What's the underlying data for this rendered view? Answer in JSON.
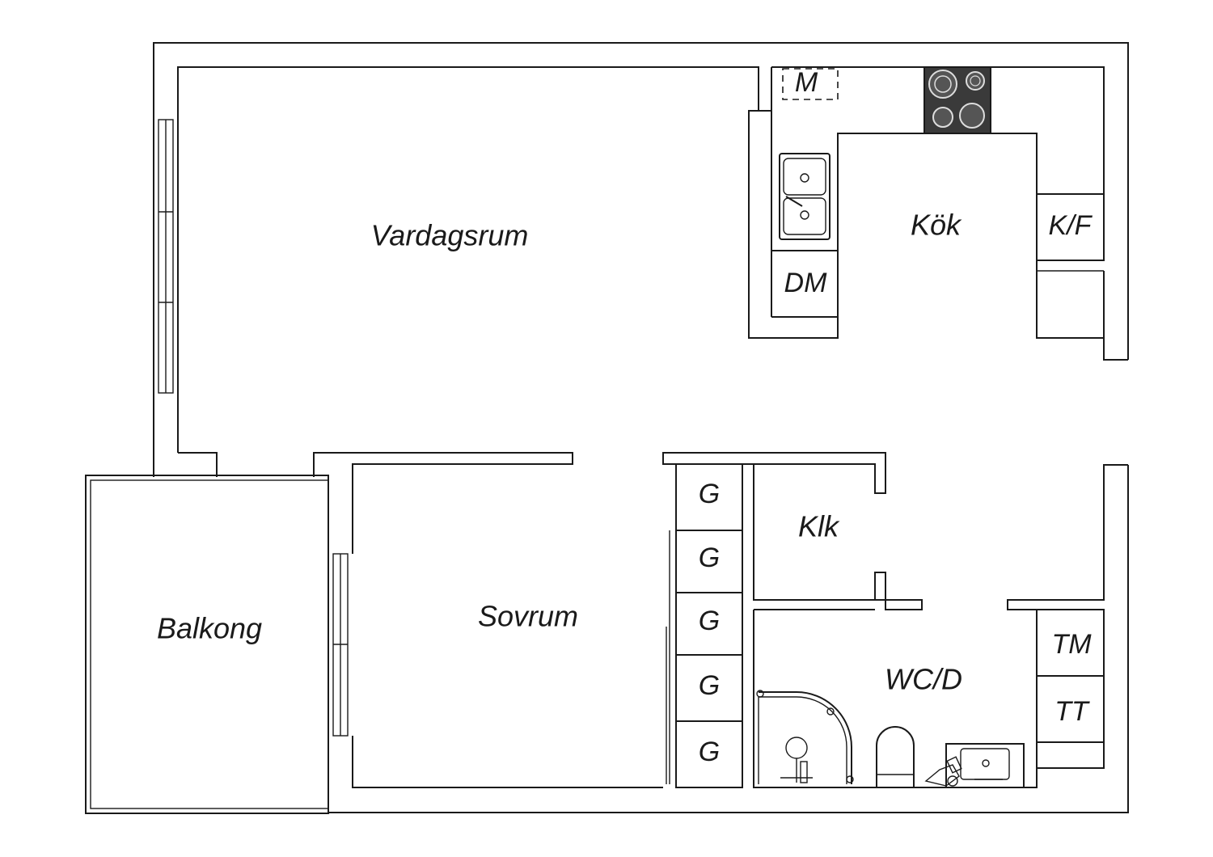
{
  "rooms": {
    "vardagsrum": "Vardagsrum",
    "kok": "Kök",
    "sovrum": "Sovrum",
    "balkong": "Balkong",
    "klk": "Klk",
    "wc_d": "WC/D"
  },
  "appliances": {
    "m": "M",
    "dm": "DM",
    "kf": "K/F",
    "tm": "TM",
    "tt": "TT",
    "g1": "G",
    "g2": "G",
    "g3": "G",
    "g4": "G",
    "g5": "G"
  },
  "colors": {
    "line": "#1a1a1a",
    "stove": "#3a3a3a",
    "background": "#ffffff"
  }
}
